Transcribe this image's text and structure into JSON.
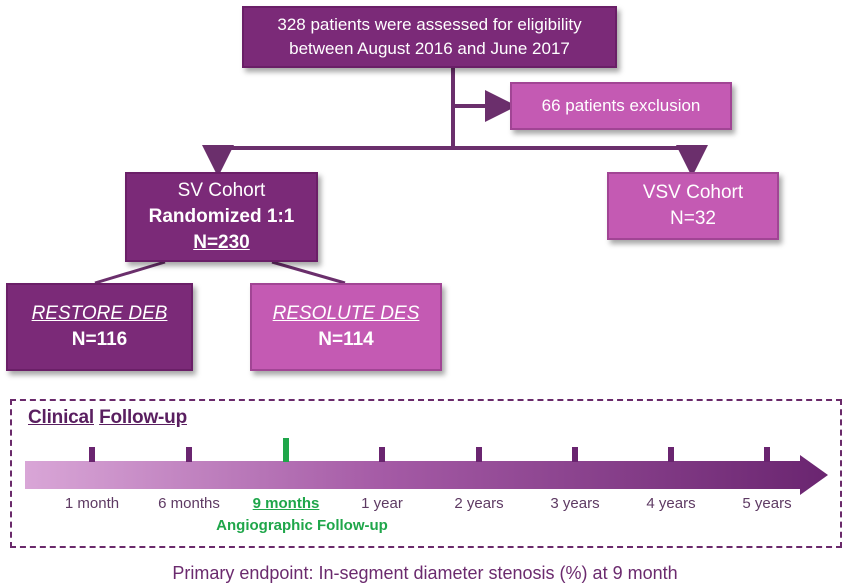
{
  "assess_box": {
    "line1": "328 patients were assessed for eligibility",
    "line2": "between August 2016 and June 2017"
  },
  "exclusion_box": {
    "label": "66 patients exclusion"
  },
  "sv_cohort": {
    "title": "SV Cohort",
    "randomized": "Randomized 1:1",
    "n": "N=230"
  },
  "vsv_cohort": {
    "title": "VSV Cohort",
    "n": "N=32"
  },
  "restore_deb": {
    "name": "RESTORE DEB",
    "n": "N=116"
  },
  "resolute_des": {
    "name": "RESOLUTE DES",
    "n": "N=114"
  },
  "followup": {
    "title_word1": "Clinical",
    "title_word2": "Follow-up",
    "timepoints": [
      "1 month",
      "6 months",
      "9 months",
      "1 year",
      "2 years",
      "3 years",
      "4 years",
      "5 years"
    ],
    "highlighted_timepoint": "9 months",
    "angiographic_label": "Angiographic Follow-up"
  },
  "primary_endpoint": "Primary endpoint: In-segment diameter stenosis (%) at 9 month",
  "colors": {
    "dark_purple": "#7b2a78",
    "light_purple": "#c45ab3",
    "green": "#1fa64a"
  }
}
